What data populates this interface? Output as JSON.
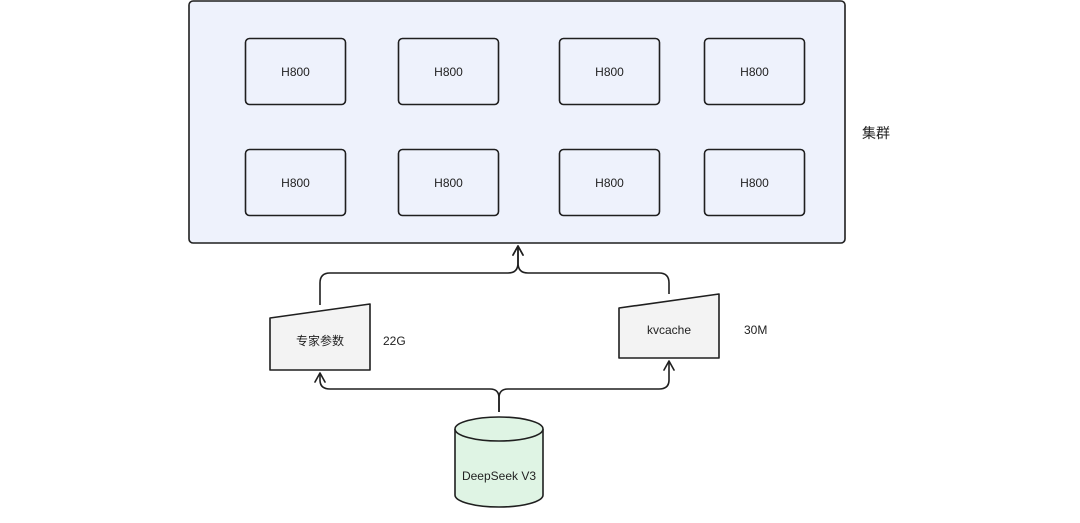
{
  "cluster": {
    "label": "集群",
    "gpus": [
      "H800",
      "H800",
      "H800",
      "H800",
      "H800",
      "H800",
      "H800",
      "H800"
    ]
  },
  "expert_params": {
    "label": "专家参数",
    "size": "22G"
  },
  "kvcache": {
    "label": "kvcache",
    "size": "30M"
  },
  "model": {
    "label": "DeepSeek V3"
  },
  "colors": {
    "cluster_fill": "#eef2fc",
    "node_fill": "#f3f3f3",
    "cylinder_fill": "#dff4e4",
    "stroke": "#1f1f1f"
  }
}
